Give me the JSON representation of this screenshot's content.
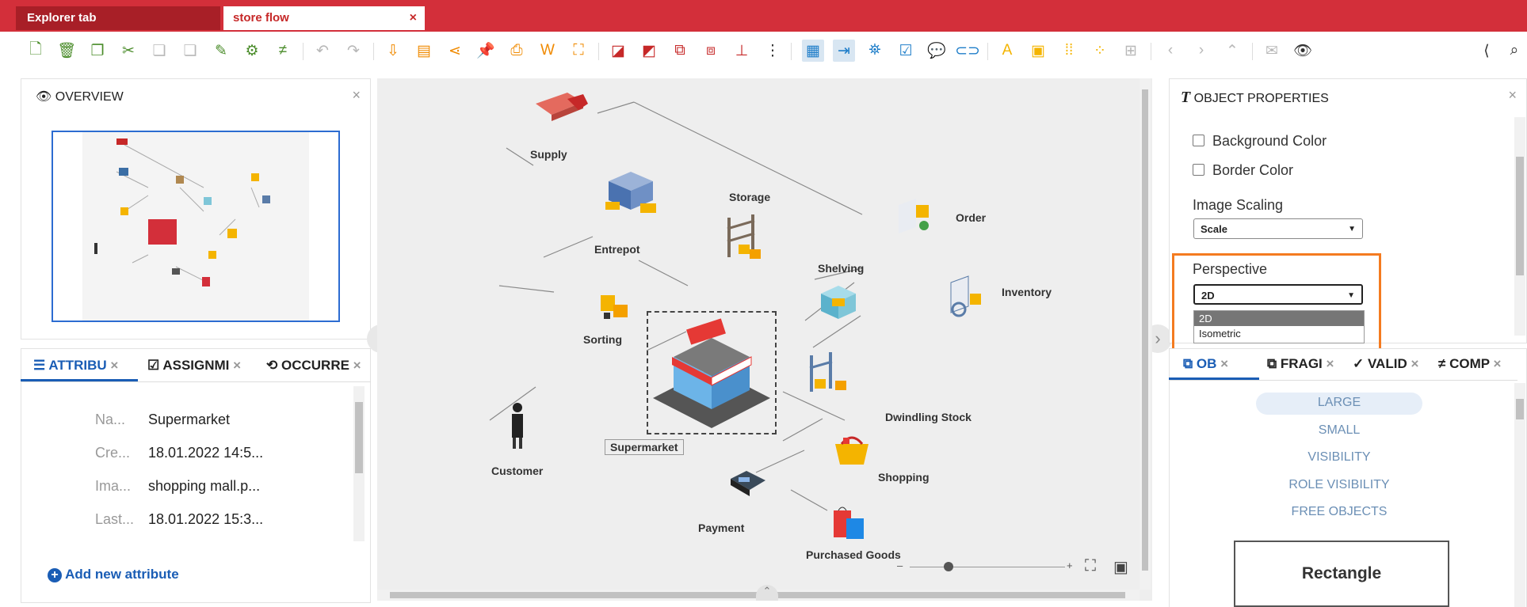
{
  "tabs": [
    {
      "label": "Explorer tab"
    },
    {
      "label": "store flow",
      "close": "×"
    }
  ],
  "overview": {
    "title": "OVERVIEW",
    "close": "×"
  },
  "attributes": {
    "tabs": [
      {
        "label": "ATTRIBU",
        "close": "×"
      },
      {
        "label": "ASSIGNMI",
        "close": "×"
      },
      {
        "label": "OCCURRE",
        "close": "×"
      }
    ],
    "rows": [
      {
        "label": "Na...",
        "value": "Supermarket"
      },
      {
        "label": "Cre...",
        "value": "18.01.2022 14:5..."
      },
      {
        "label": "Ima...",
        "value": "shopping mall.p..."
      },
      {
        "label": "Last...",
        "value": "18.01.2022 15:3..."
      }
    ],
    "add_label": "Add new attribute"
  },
  "diagram": {
    "nodes": [
      {
        "label": "Supply"
      },
      {
        "label": "Entrepot"
      },
      {
        "label": "Storage"
      },
      {
        "label": "Order"
      },
      {
        "label": "Shelving"
      },
      {
        "label": "Inventory"
      },
      {
        "label": "Sorting"
      },
      {
        "label": "Supermarket"
      },
      {
        "label": "Dwindling Stock"
      },
      {
        "label": "Customer"
      },
      {
        "label": "Shopping"
      },
      {
        "label": "Payment"
      },
      {
        "label": "Purchased Goods"
      }
    ],
    "zoom_minus": "–",
    "zoom_plus": "+",
    "zoom_level": 0.25
  },
  "properties": {
    "title": "OBJECT PROPERTIES",
    "close": "×",
    "background_color_label": "Background Color",
    "border_color_label": "Border Color",
    "image_scaling_label": "Image Scaling",
    "image_scaling_value": "Scale",
    "perspective_label": "Perspective",
    "perspective_value": "2D",
    "perspective_options": [
      "2D",
      "Isometric"
    ]
  },
  "shapes": {
    "tabs": [
      {
        "label": "OB",
        "close": "×"
      },
      {
        "label": "FRAGI",
        "close": "×"
      },
      {
        "label": "VALID",
        "close": "×"
      },
      {
        "label": "COMP",
        "close": "×"
      }
    ],
    "links": [
      "LARGE",
      "SMALL",
      "VISIBILITY",
      "ROLE VISIBILITY",
      "FREE OBJECTS"
    ],
    "rectangle_label": "Rectangle"
  },
  "colors": {
    "accent": "#d32f3a",
    "highlight": "#f47b20",
    "link": "#6b8fb5"
  }
}
